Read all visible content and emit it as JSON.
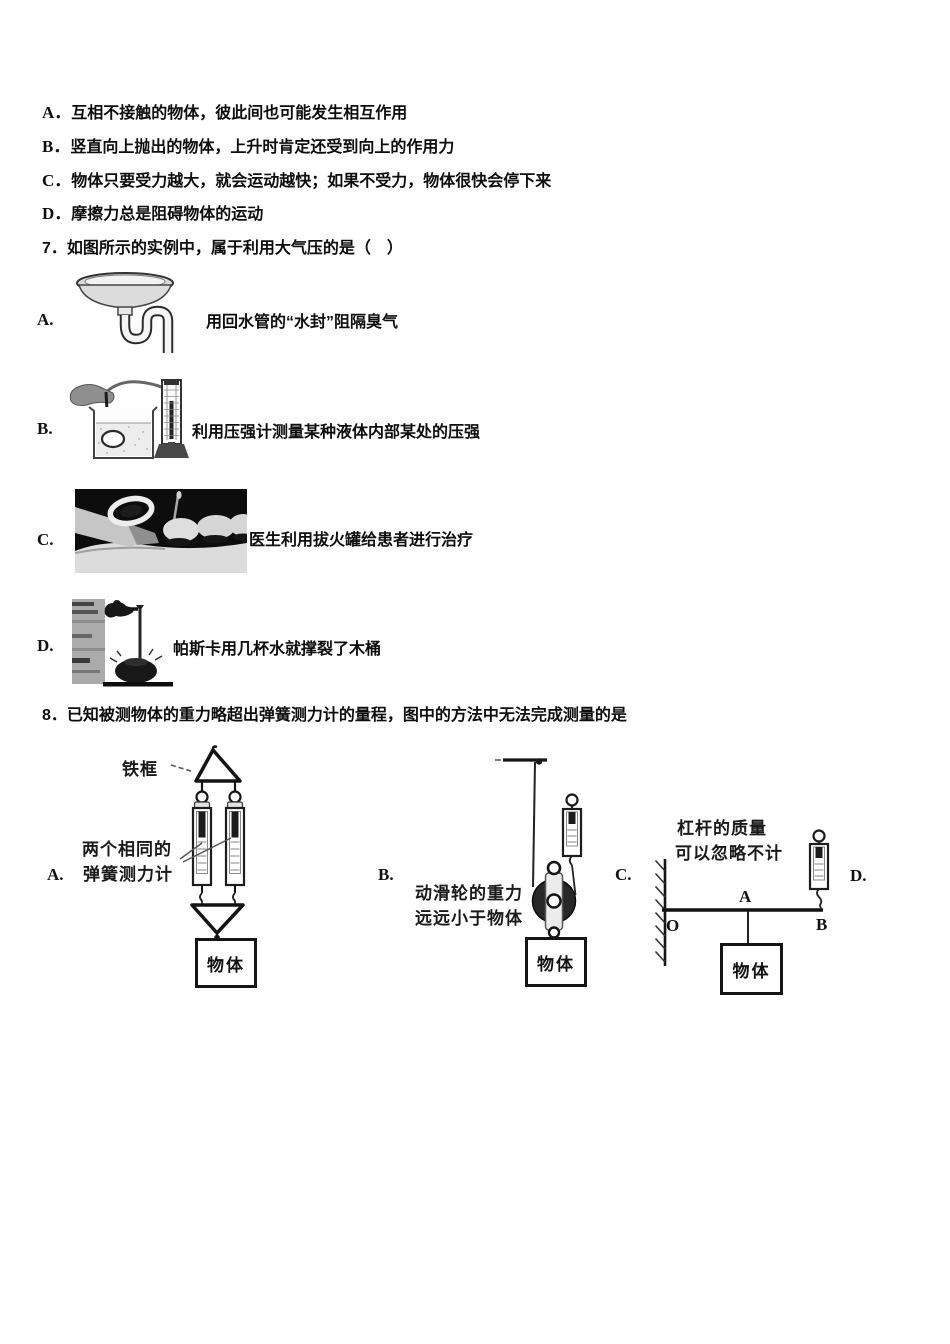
{
  "q6_options": [
    {
      "label": "A．",
      "text": "互相不接触的物体，彼此间也可能发生相互作用"
    },
    {
      "label": "B．",
      "text": "竖直向上抛出的物体，上升时肯定还受到向上的作用力"
    },
    {
      "label": "C．",
      "text": "物体只要受力越大，就会运动越快；如果不受力，物体很快会停下来"
    },
    {
      "label": "D．",
      "text": "摩擦力总是阻碍物体的运动"
    }
  ],
  "q7": {
    "stem": "7．如图所示的实例中，属于利用大气压的是（　）",
    "options": [
      {
        "label": "A.",
        "caption": "用回水管的“水封”阻隔臭气",
        "image": "sink-drain-water-seal-figure"
      },
      {
        "label": "B.",
        "caption": "利用压强计测量某种液体内部某处的压强",
        "image": "manometer-in-beaker-figure"
      },
      {
        "label": "C.",
        "caption": "医生利用拔火罐给患者进行治疗",
        "image": "cupping-therapy-photo"
      },
      {
        "label": "D.",
        "caption": "帕斯卡用几杯水就撑裂了木桶",
        "image": "pascal-barrel-experiment-figure"
      }
    ]
  },
  "q8": {
    "stem": "8．已知被测物体的重力略超出弹簧测力计的量程，图中的方法中无法完成测量的是",
    "fig_a": {
      "label": "A.",
      "frame_note": "铁框",
      "scales_note_line1": "两个相同的",
      "scales_note_line2": "弹簧测力计",
      "object": "物体"
    },
    "fig_b": {
      "label": "B.",
      "note_line1": "动滑轮的重力",
      "note_line2": "远远小于物体",
      "object": "物体"
    },
    "fig_c": {
      "label": "C.",
      "note_line1": "杠杆的质量",
      "note_line2": "可以忽略不计",
      "point_a": "A",
      "pivot_o": "O",
      "point_b": "B",
      "object": "物体"
    },
    "fig_d": {
      "label": "D."
    }
  }
}
